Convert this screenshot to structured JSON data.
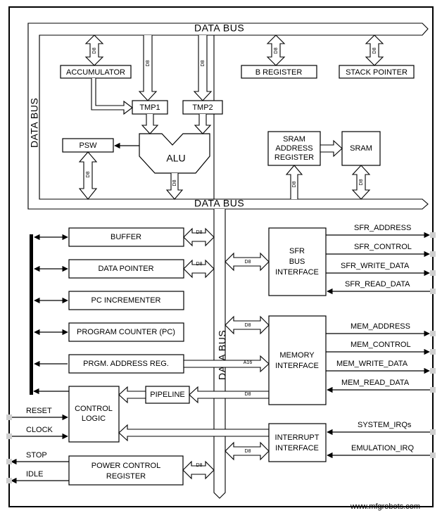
{
  "bus": {
    "top": "DATA BUS",
    "left": "DATA BUS",
    "middle": "DATA BUS",
    "vertical": "DATA BUS"
  },
  "blocks": {
    "accumulator": "ACCUMULATOR",
    "b_register": "B  REGISTER",
    "stack_pointer": "STACK POINTER",
    "tmp1": "TMP1",
    "tmp2": "TMP2",
    "psw": "PSW",
    "alu": "ALU",
    "sram_address_register": [
      "SRAM",
      "ADDRESS",
      "REGISTER"
    ],
    "sram": "SRAM",
    "buffer": "BUFFER",
    "data_pointer": "DATA POINTER",
    "pc_incrementer": "PC INCREMENTER",
    "program_counter": "PROGRAM  COUNTER (PC)",
    "prgm_address_reg": "PRGM. ADDRESS REG.",
    "pipeline": "PIPELINE",
    "control_logic": [
      "CONTROL",
      "LOGIC"
    ],
    "power_control_register": [
      "POWER  CONTROL",
      "REGISTER"
    ],
    "sfr_bus_interface": [
      "SFR",
      "BUS",
      "INTERFACE"
    ],
    "memory_interface": [
      "MEMORY",
      "INTERFACE"
    ],
    "interrupt_interface": [
      "INTERRUPT",
      "INTERFACE"
    ]
  },
  "width_labels": {
    "d8": "D8",
    "a16": "A16"
  },
  "signals": {
    "sfr_address": "SFR_ADDRESS",
    "sfr_control": "SFR_CONTROL",
    "sfr_write_data": "SFR_WRITE_DATA",
    "sfr_read_data": "SFR_READ_DATA",
    "mem_address": "MEM_ADDRESS",
    "mem_control": "MEM_CONTROL",
    "mem_write_data": "MEM_WRITE_DATA",
    "mem_read_data": "MEM_READ_DATA",
    "system_irqs": "SYSTEM_IRQs",
    "emulation_irq": "EMULATION_IRQ",
    "reset": "RESET",
    "clock": "CLOCK",
    "stop": "STOP",
    "idle": "IDLE"
  },
  "watermark": "www.mfgrobots.com"
}
